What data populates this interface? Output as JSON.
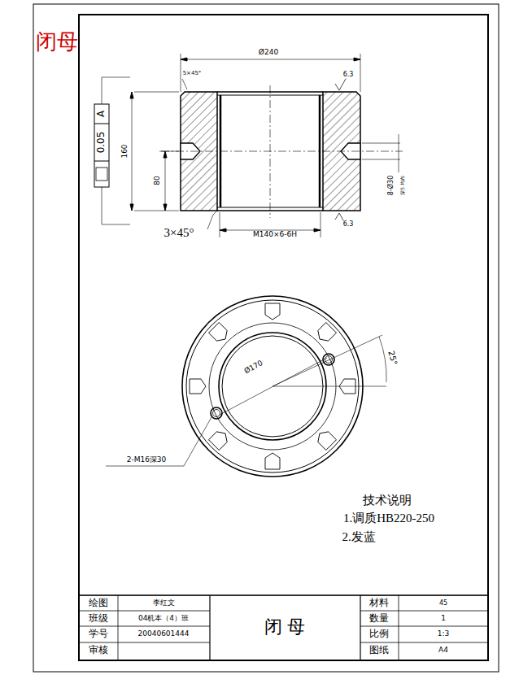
{
  "diagram": {
    "title": "闭母",
    "labels": [
      "Ø240",
      "5×45°",
      "6.3",
      "0.05",
      "A",
      "160",
      "80",
      "3×45°",
      "M140×6-6H",
      "6.3",
      "8-Ø30",
      "深5 均布",
      "Ø170",
      "25°",
      "2-M16深30",
      "技术说明",
      "1.调质HB220-250",
      "2.发蓝",
      "绘图",
      "李红文",
      "班级",
      "04机本（4）班",
      "学号",
      "20040601444",
      "审核",
      "闭 母",
      "材料",
      "45",
      "数量",
      "1",
      "比例",
      "1:3",
      "图纸",
      "A4"
    ]
  }
}
